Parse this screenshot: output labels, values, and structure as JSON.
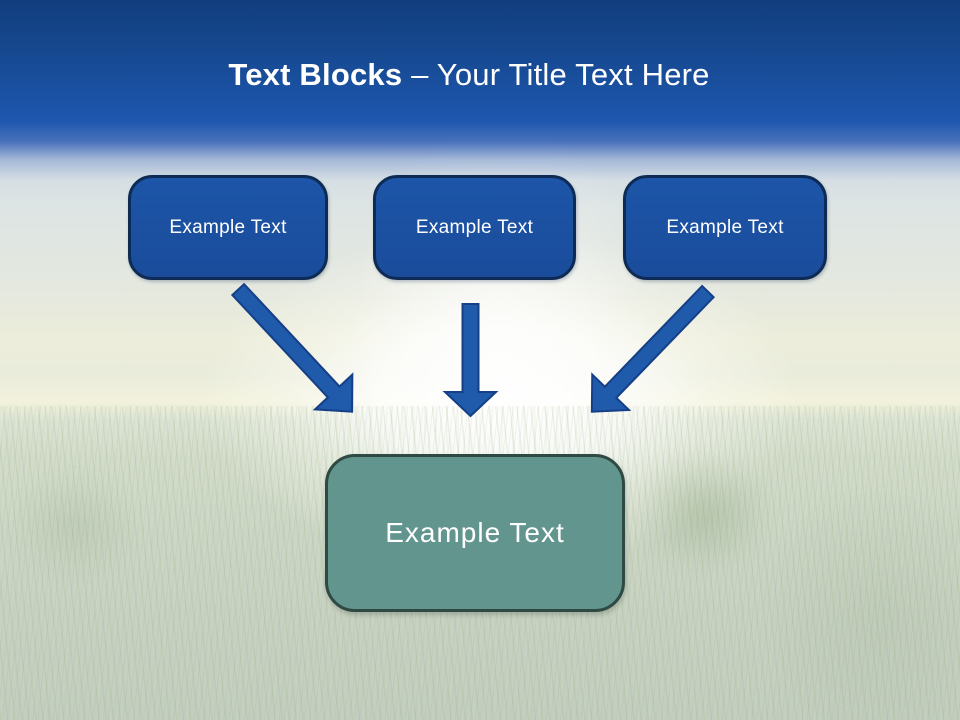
{
  "slide": {
    "title": {
      "bold": "Text Blocks ",
      "rest": "– Your Title Text Here"
    },
    "top_blocks": [
      {
        "label": "Example Text"
      },
      {
        "label": "Example Text"
      },
      {
        "label": "Example Text"
      }
    ],
    "result_block": {
      "label": "Example Text"
    },
    "colors": {
      "header_blue_top": "#113d7d",
      "header_blue_bottom": "#1e57ae",
      "block_fill": "#1b4f9f",
      "block_border": "#0e2b55",
      "arrow_fill": "#1f5aab",
      "arrow_border": "#153f86",
      "result_fill": "#63958f",
      "result_border": "#2e4a43",
      "title_text": "#ffffff"
    }
  }
}
